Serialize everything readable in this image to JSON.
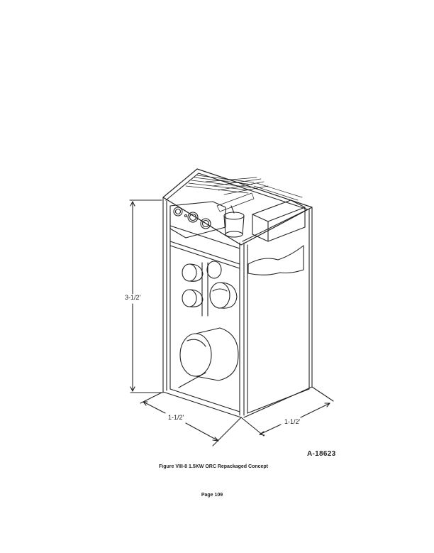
{
  "figure": {
    "id": "A-18623",
    "caption": "Figure VIII-8  1.5KW ORC Repackaged Concept",
    "page": "Page 109"
  },
  "dimensions": {
    "height": "3-1/2'",
    "depth_left": "1-1/2'",
    "width_right": "1-1/2'"
  },
  "colors": {
    "line": "#222222",
    "background": "#ffffff"
  }
}
